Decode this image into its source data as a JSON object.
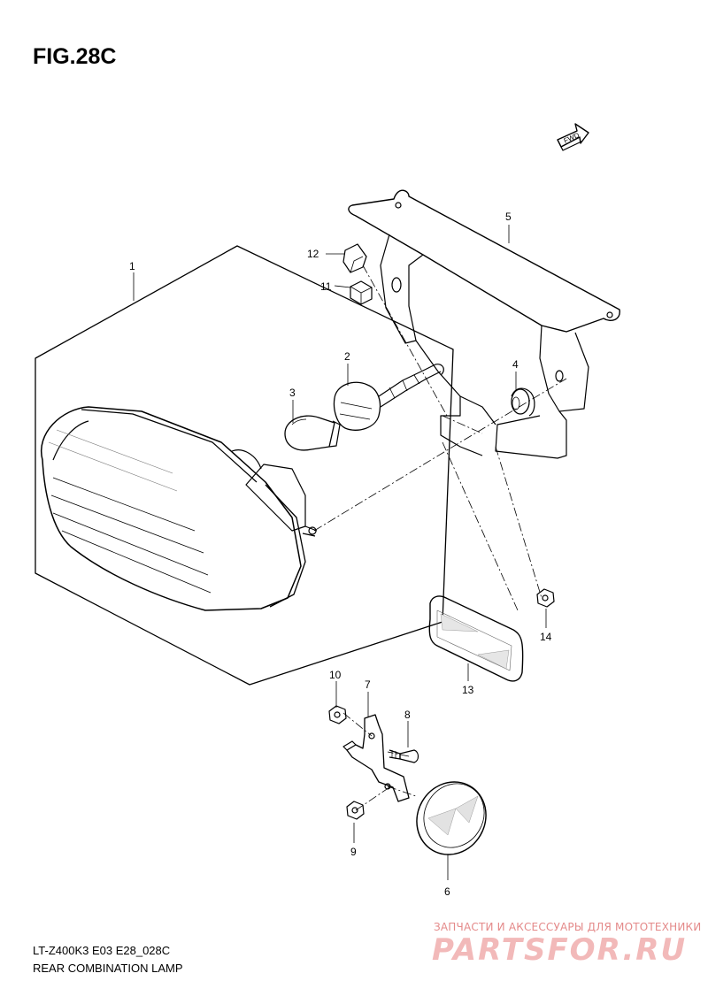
{
  "figure": {
    "title": "FIG.28C",
    "model_code": "LT-Z400K3 E03 E28_028C",
    "assembly_name": "REAR COMBINATION LAMP",
    "direction_badge": "FWD"
  },
  "callouts": [
    "1",
    "2",
    "3",
    "4",
    "5",
    "6",
    "7",
    "8",
    "9",
    "10",
    "11",
    "12",
    "13",
    "14"
  ],
  "watermark": {
    "tagline": "ЗАПЧАСТИ И АКСЕССУАРЫ ДЛЯ МОТОТЕХНИКИ",
    "logo": "PARTSFOR.RU"
  }
}
